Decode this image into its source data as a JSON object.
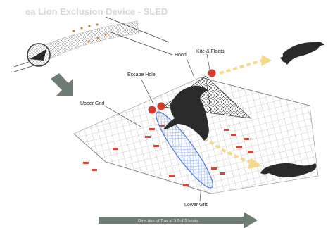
{
  "title": "ea Lion Exclusion Device - SLED",
  "labels": {
    "hood": "Hood",
    "kite_floats": "Kite & Floats",
    "escape_hole": "Escape Hole",
    "upper_grid": "Upper Grid",
    "lower_grid": "Lower Grid"
  },
  "footer": {
    "direction": "Direction of Tow at 3.5-4.5 knots"
  },
  "colors": {
    "net": "#9a9a9a",
    "grid": "#4a7bd8",
    "float": "#d23a2a",
    "seal": "#2b2b2b",
    "arrow_yellow": "#f3d98a",
    "arrow_dark": "#6e7d72"
  }
}
